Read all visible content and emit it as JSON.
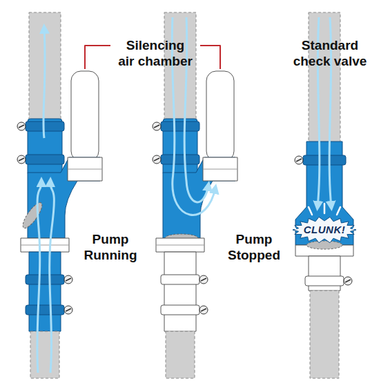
{
  "diagram": {
    "labels": [
      "Silencing air chamber",
      "Standard check valve",
      "Pump Running",
      "Pump Stopped",
      "CLUNK!"
    ]
  }
}
